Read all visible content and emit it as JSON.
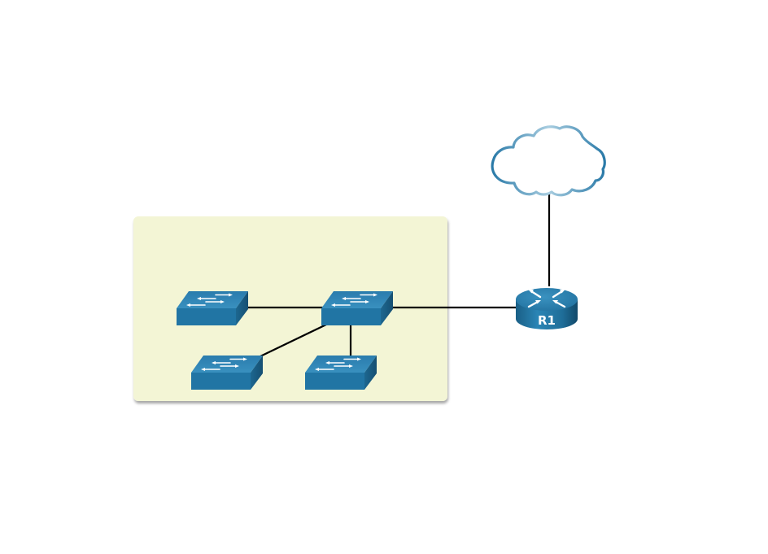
{
  "diagram": {
    "title": "",
    "colors": {
      "background": "#ffffff",
      "lan_area_fill": "#f3f5d5",
      "device_front": "#2175a4",
      "device_top": "#2f84b3",
      "device_side": "#1a5f86",
      "link": "#000000",
      "cloud_stroke_dark": "#2a7aa8",
      "cloud_stroke_light": "#a8cde0"
    },
    "areas": [
      {
        "id": "lan",
        "label": "",
        "contains": [
          "switch-1",
          "switch-2",
          "switch-3",
          "switch-4"
        ]
      }
    ],
    "nodes": [
      {
        "id": "cloud",
        "type": "cloud",
        "label": "",
        "icon": "cloud-icon"
      },
      {
        "id": "r1",
        "type": "router",
        "label": "R1",
        "icon": "router-icon"
      },
      {
        "id": "switch-1",
        "type": "switch",
        "label": "",
        "icon": "switch-icon"
      },
      {
        "id": "switch-2",
        "type": "switch",
        "label": "",
        "icon": "switch-icon"
      },
      {
        "id": "switch-3",
        "type": "switch",
        "label": "",
        "icon": "switch-icon"
      },
      {
        "id": "switch-4",
        "type": "switch",
        "label": "",
        "icon": "switch-icon"
      }
    ],
    "links": [
      {
        "from": "cloud",
        "to": "r1"
      },
      {
        "from": "r1",
        "to": "switch-2"
      },
      {
        "from": "switch-2",
        "to": "switch-1"
      },
      {
        "from": "switch-2",
        "to": "switch-3"
      },
      {
        "from": "switch-2",
        "to": "switch-4"
      }
    ]
  }
}
